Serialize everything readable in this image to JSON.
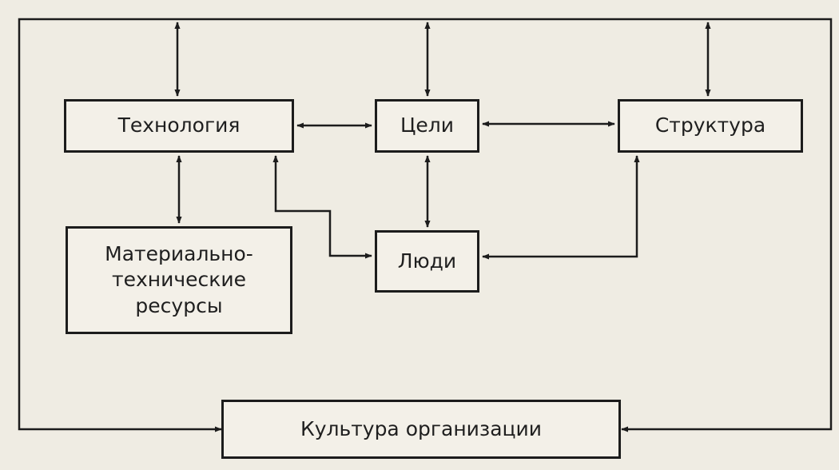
{
  "boxes": {
    "technology": "Технология",
    "goals": "Цели",
    "structure": "Структура",
    "material": "Материально-\nтехнические\nресурсы",
    "people": "Люди",
    "culture": "Культура организации"
  }
}
